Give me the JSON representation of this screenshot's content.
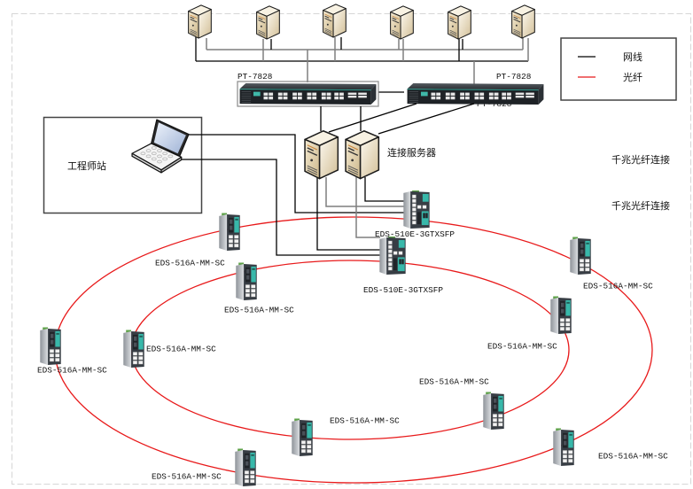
{
  "diagram": {
    "colors": {
      "ethernet": "#000000",
      "ethernet_secondary": "#7f7f7f",
      "fiber": "#e8191a",
      "device_accent_teal": "#38b8aa"
    },
    "legend": {
      "items": [
        {
          "label": "网线",
          "line_color": "#000000"
        },
        {
          "label": "光纤",
          "line_color": "#e8191a"
        }
      ]
    },
    "core_switches": [
      {
        "model": "PT-7828"
      },
      {
        "model": "PT-7828"
      }
    ],
    "connection_servers": {
      "label": "连接服务器"
    },
    "engineer_station": {
      "label": "工程师站"
    },
    "annotations": [
      "千兆光纤连接",
      "千兆光纤连接"
    ],
    "ring_core_switches": [
      {
        "model": "EDS-510E-3GTXSFP"
      },
      {
        "model": "EDS-510E-3GTXSFP"
      }
    ],
    "ring_switches": [
      {
        "model": "EDS-516A-MM-SC"
      },
      {
        "model": "EDS-516A-MM-SC"
      },
      {
        "model": "EDS-516A-MM-SC"
      },
      {
        "model": "EDS-516A-MM-SC"
      },
      {
        "model": "EDS-516A-MM-SC"
      },
      {
        "model": "EDS-516A-MM-SC"
      },
      {
        "model": "EDS-516A-MM-SC"
      },
      {
        "model": "EDS-516A-MM-SC"
      },
      {
        "model": "EDS-516A-MM-SC"
      },
      {
        "model": "EDS-516A-MM-SC"
      }
    ]
  }
}
